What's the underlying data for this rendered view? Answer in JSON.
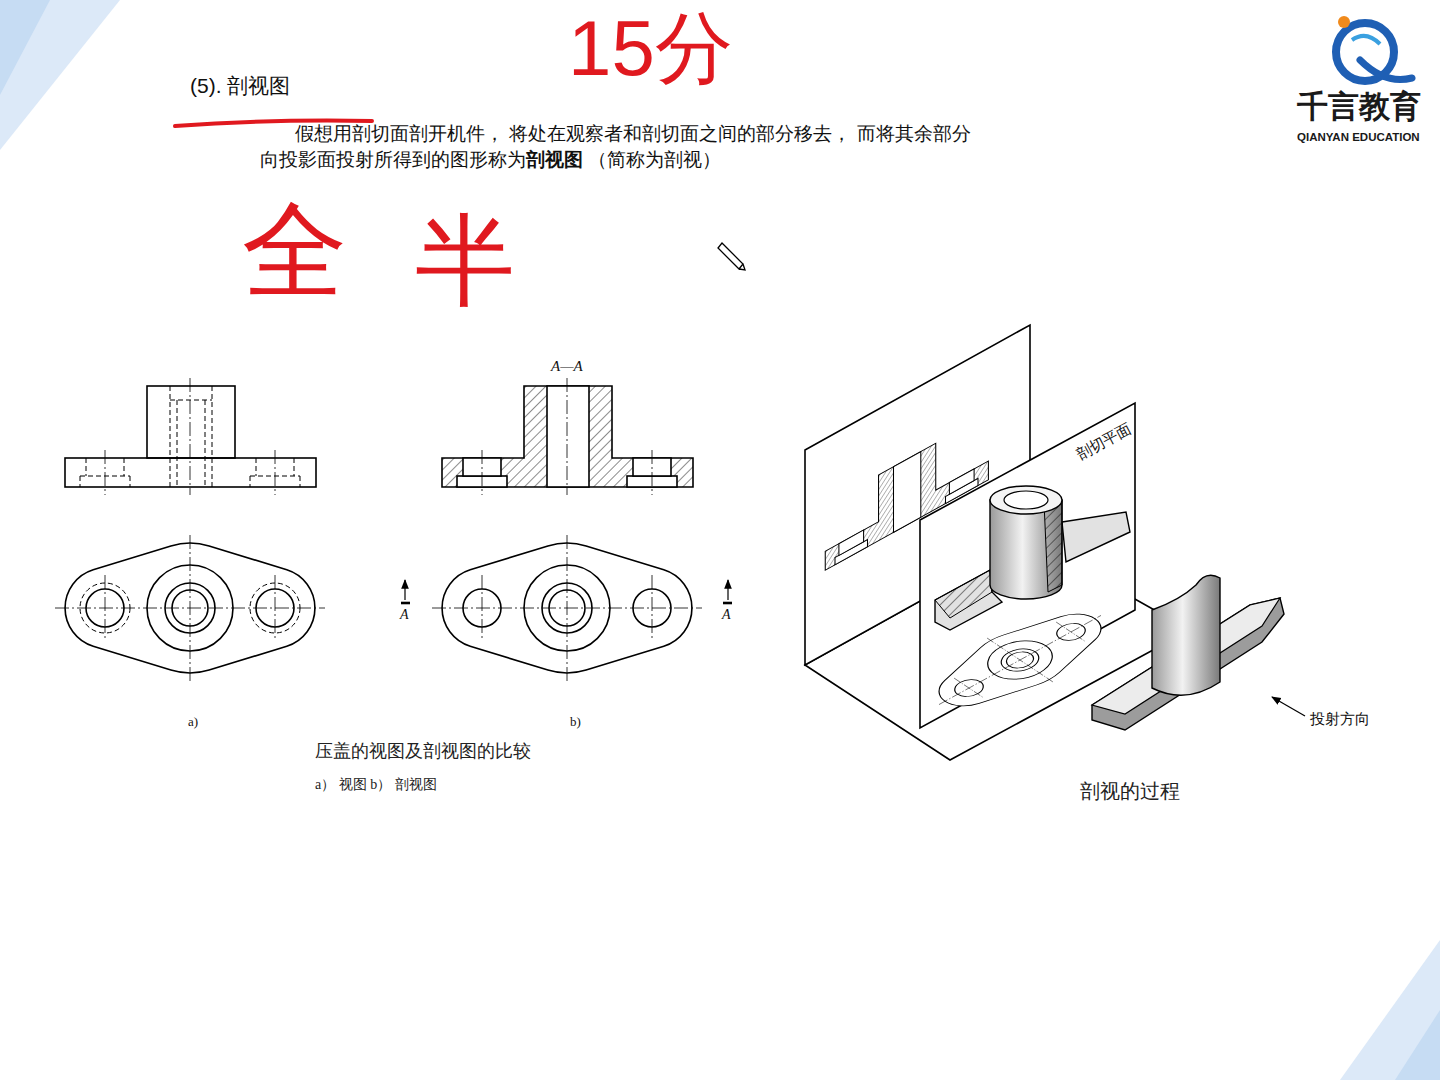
{
  "diagram": {
    "title": "(5). 剖视图",
    "labels": [
      "15分",
      "全",
      "半",
      "假想用剖切面剖开机件， 将处在观察者和剖切面之间的部分移去， 而将其余部分向投影面投射所得到的图形称为",
      "剖视图",
      " （简称为剖视）",
      "千言教育",
      "QIANYAN EDUCATION",
      "A—A",
      "A",
      "A",
      "a)",
      "b)",
      "压盖的视图及剖视图的比较",
      "a） 视图 b） 剖视图",
      "剖切平面",
      "投射方向",
      "剖视的过程"
    ]
  }
}
